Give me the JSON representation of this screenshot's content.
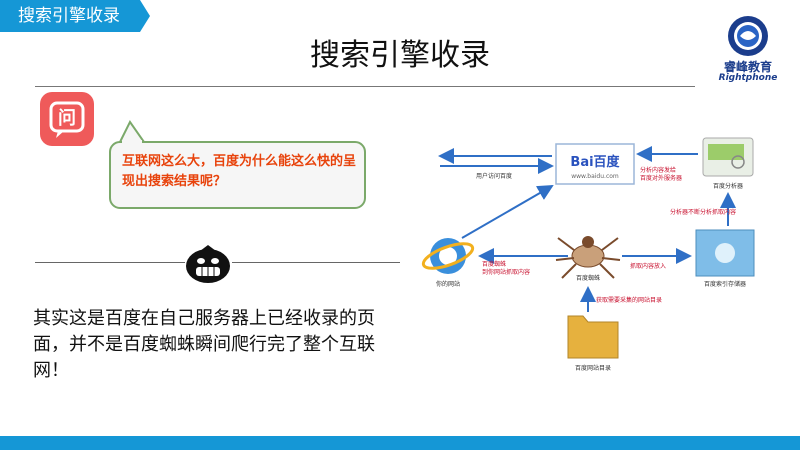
{
  "header": {
    "tag_label": "搜索引擎收录",
    "title": "搜索引擎收录"
  },
  "logo": {
    "name": "睿峰教育",
    "sub": "Rightphone"
  },
  "bubble": {
    "text": "互联网这么大，百度为什么能这么快的呈现出搜索结果呢？"
  },
  "body": {
    "text": "其实这是百度在自己服务器上已经收录的页面，并不是百度蜘蛛瞬间爬行完了整个互联网！"
  },
  "diagram": {
    "baidu_logo": "Bai百度",
    "baidu_url": "www.baidu.com",
    "label_user_visit": "用户访问百度",
    "label_analyze_line1": "分析内容发给",
    "label_analyze_line2": "百度对外服务器",
    "label_analyzer": "百度分析器",
    "label_analyzer_fetch": "分析器不断分析抓取内容",
    "label_spider_line1": "百度蜘蛛",
    "label_spider_line2": "到你网站抓取内容",
    "label_spider": "百度蜘蛛",
    "label_store_in": "抓取内容放入",
    "label_storage": "百度索引存储器",
    "label_your_site": "你的网站",
    "label_get_dir": "获取需要采集的网站目录",
    "label_site_dir": "百度网站目录"
  },
  "colors": {
    "accent": "#1597d6",
    "bubble_text": "#e8430c",
    "bubble_border": "#7ba96a"
  }
}
